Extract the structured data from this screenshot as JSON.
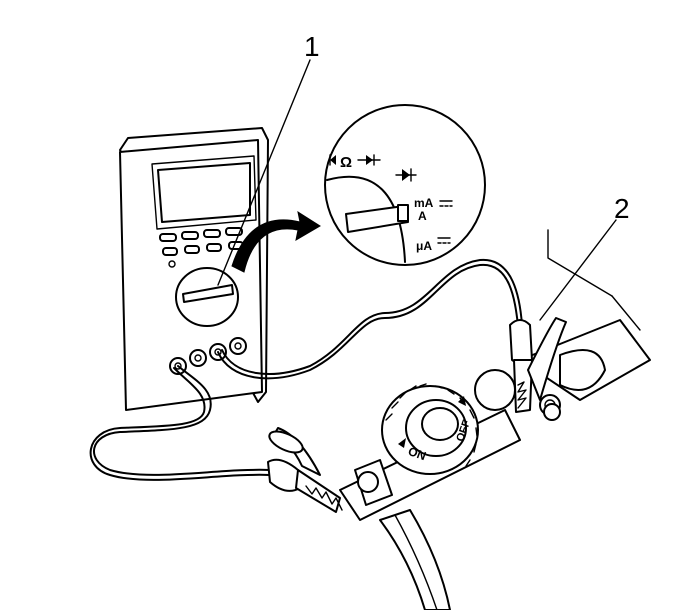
{
  "callouts": [
    {
      "label": "1"
    },
    {
      "label": "2"
    }
  ],
  "dial_labels": {
    "ohm": "Ω",
    "ma": "mA",
    "a": "A",
    "ua": "μA",
    "on": "ON",
    "off": "OFF"
  }
}
